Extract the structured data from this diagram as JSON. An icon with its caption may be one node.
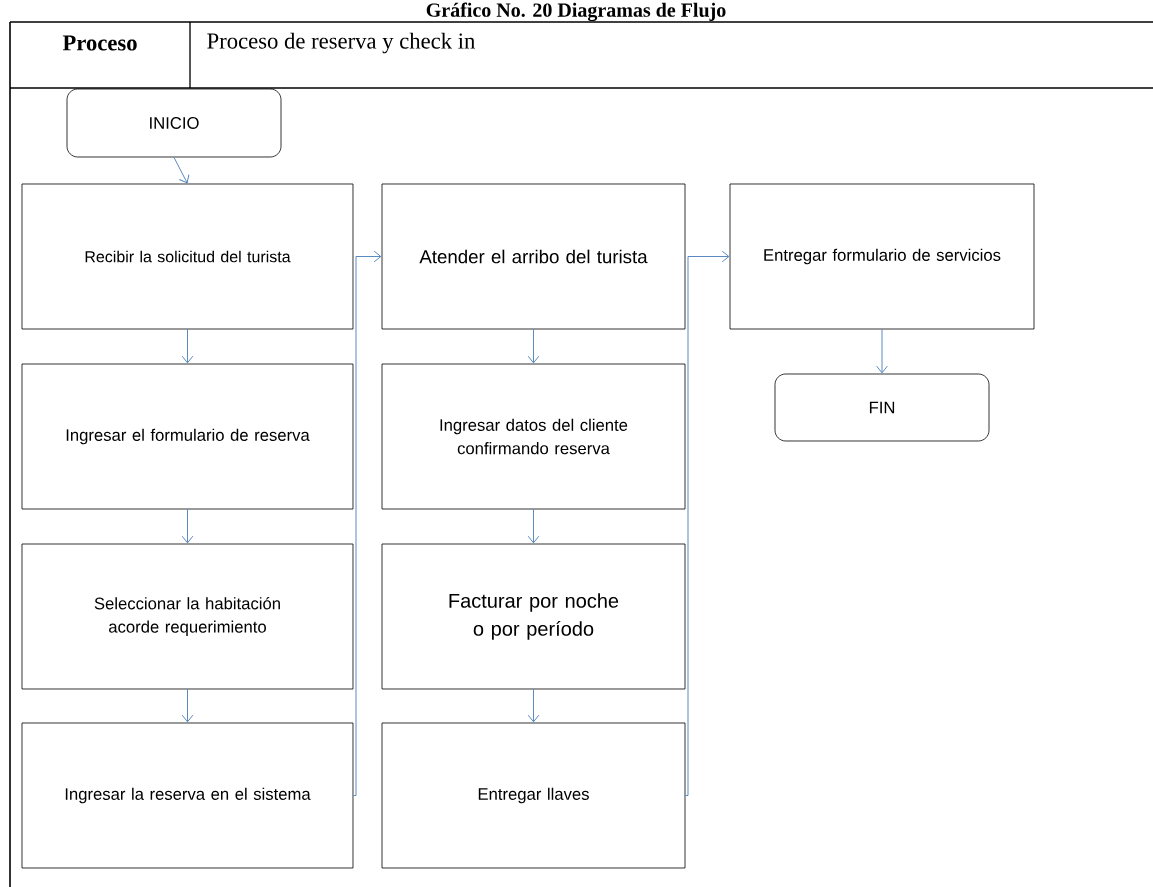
{
  "diagram": {
    "title": "Gráfico No. 20 Diagramas de Flujo",
    "nodes": [
      {
        "text": [
          "INICIO"
        ]
      },
      {
        "text": [
          "Recibir la solicitud del turista"
        ]
      },
      {
        "text": [
          "Ingresar el formulario de reserva"
        ]
      },
      {
        "text": [
          "Seleccionar la habitación acorde requerimiento"
        ]
      },
      {
        "text": [
          "Ingresar la reserva en el sistema"
        ]
      },
      {
        "text": [
          "Atender el arribo del turista"
        ]
      },
      {
        "text": [
          "Ingresar datos del cliente confirmando reserva"
        ]
      },
      {
        "text": [
          "Facturar por noche o por período"
        ]
      },
      {
        "text": [
          "Entregar llaves"
        ]
      },
      {
        "text": [
          "Entregar formulario de servicios"
        ]
      },
      {
        "text": [
          "FIN"
        ]
      }
    ],
    "edges": [
      {
        "from": 0,
        "to": 1,
        "arrow": "to"
      },
      {
        "from": 1,
        "to": 2,
        "arrow": "to"
      },
      {
        "from": 2,
        "to": 3,
        "arrow": "to"
      },
      {
        "from": 3,
        "to": 4,
        "arrow": "to"
      },
      {
        "from": 4,
        "to": 5,
        "arrow": "to"
      },
      {
        "from": 5,
        "to": 6,
        "arrow": "to"
      },
      {
        "from": 6,
        "to": 7,
        "arrow": "to"
      },
      {
        "from": 7,
        "to": 8,
        "arrow": "to"
      },
      {
        "from": 8,
        "to": 9,
        "arrow": "to"
      },
      {
        "from": 9,
        "to": 10,
        "arrow": "to"
      }
    ],
    "labels": [
      "Proceso",
      "Proceso de reserva y check in"
    ]
  }
}
